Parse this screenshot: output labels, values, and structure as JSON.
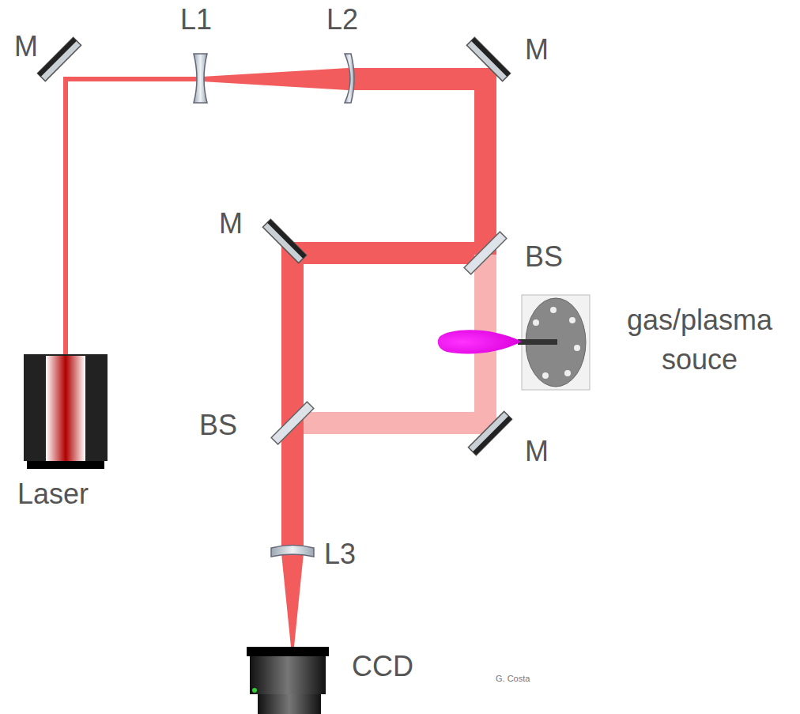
{
  "diagram": {
    "labels": [
      "M",
      "L1",
      "L2",
      "M",
      "M",
      "BS",
      "gas/plasma souce",
      "BS",
      "M",
      "Laser",
      "L3",
      "CCD",
      "G. Costa"
    ]
  }
}
